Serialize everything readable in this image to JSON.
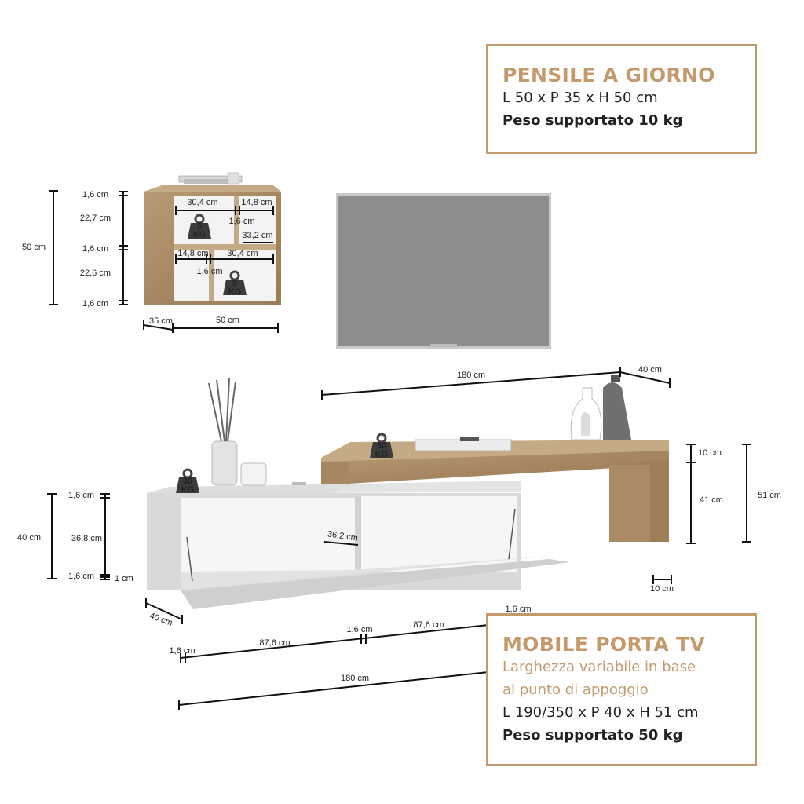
{
  "wall_unit": {
    "title": "PENSILE A GIORNO",
    "dimensions": "L 50 x P 35 x H 50 cm",
    "load": "Peso supportato 10 kg",
    "labels": {
      "total_height": "50 cm",
      "top_panel": "1,6 cm",
      "upper_space": "22,7 cm",
      "middle_panel": "1,6 cm",
      "lower_space": "22,6 cm",
      "bottom_panel": "1,6 cm",
      "upper_left_width": "30,4 cm",
      "upper_right_width": "14,8 cm",
      "divider_upper": "1,6 cm",
      "divider_height": "33,2 cm",
      "lower_left_width": "14,8 cm",
      "lower_right_width": "30,4 cm",
      "divider_lower": "1,6 cm",
      "depth": "35 cm",
      "width": "50 cm"
    },
    "weights": [
      "5 KG",
      "5 KG"
    ]
  },
  "tv_unit": {
    "title": "MOBILE PORTA TV",
    "subtitle_line1": "Larghezza variabile in base",
    "subtitle_line2": "al punto di appoggio",
    "dimensions": "L 190/350 x P 40 x H 51 cm",
    "load": "Peso supportato 50 kg",
    "labels": {
      "top_length": "180 cm",
      "top_depth": "40 cm",
      "top_thickness": "10 cm",
      "leg_height": "41 cm",
      "total_height": "51 cm",
      "leg_width": "10 cm",
      "cabinet_top_panel": "1,6 cm",
      "cabinet_inner_height": "36,8 cm",
      "cabinet_bottom_panel": "1,6 cm",
      "cabinet_height": "40 cm",
      "door_thickness": "1 cm",
      "inner_depth": "36,2 cm",
      "cabinet_depth": "40 cm",
      "side_left": "1,6 cm",
      "comp_left": "87,6 cm",
      "center_panel": "1,6 cm",
      "comp_right": "87,6 cm",
      "side_right": "1,6 cm",
      "cabinet_length": "180 cm"
    },
    "weights": [
      "30 KG",
      "30 KG"
    ]
  },
  "colors": {
    "accent": "#c49a6c",
    "wood": "#a98a64",
    "shelf_white": "#f4f4f4",
    "tv": "#8d8d8d"
  }
}
